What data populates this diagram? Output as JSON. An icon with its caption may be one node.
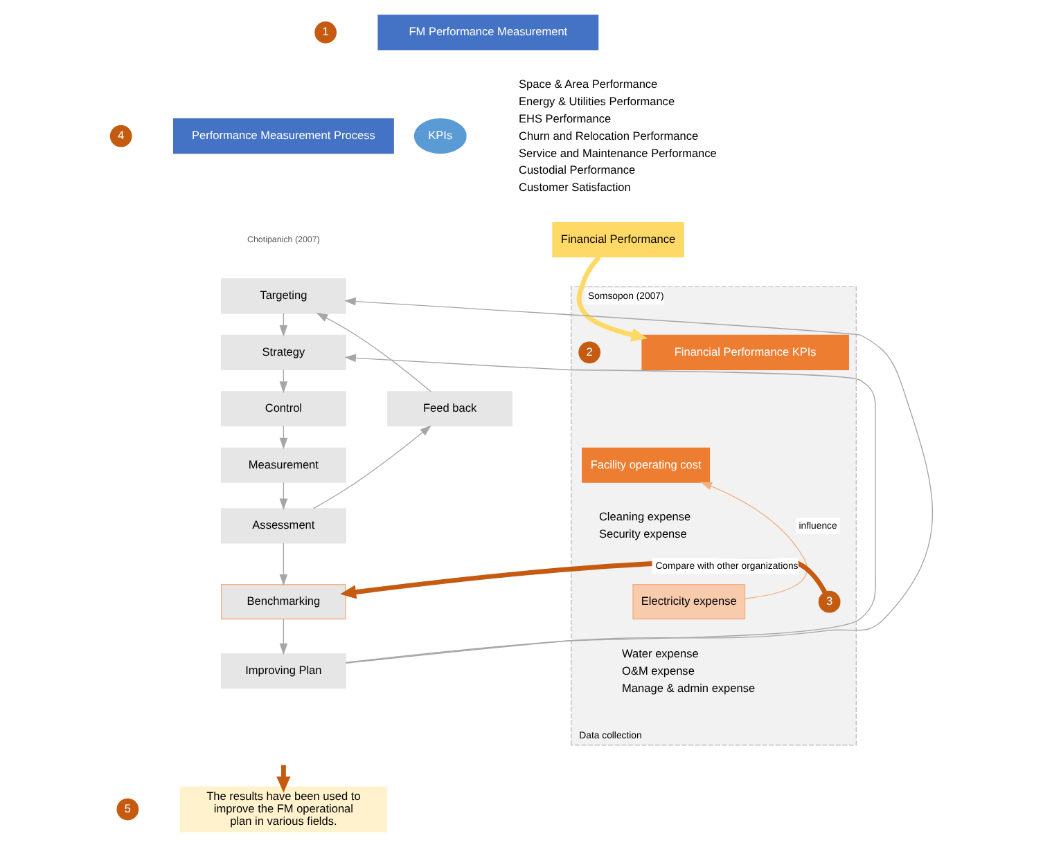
{
  "diagram": {
    "nodes": [
      {
        "text": [
          "1"
        ]
      },
      {
        "text": [
          "FM Performance Measurement"
        ]
      },
      {
        "text": [
          "KPIs"
        ]
      },
      {
        "text": [
          "Financial Performance"
        ]
      },
      {
        "text": [
          "4"
        ]
      },
      {
        "text": [
          "Performance Measurement Process"
        ]
      },
      {
        "text": [
          "Targeting"
        ]
      },
      {
        "text": [
          "Feed back"
        ]
      },
      {
        "text": [
          "Strategy"
        ]
      },
      {
        "text": [
          "Control"
        ]
      },
      {
        "text": [
          "Measurement"
        ]
      },
      {
        "text": [
          "Assessment"
        ]
      },
      {
        "text": [
          "Data collection"
        ]
      },
      {
        "text": [
          "2"
        ],
        "in": 12
      },
      {
        "text": [
          "Financial Performance KPIs"
        ],
        "in": 12
      },
      {
        "text": [
          "Facility operating cost"
        ],
        "in": 12
      },
      {
        "text": [
          "Electricity expense"
        ],
        "in": 12
      },
      {
        "text": [
          "3"
        ],
        "in": 12
      },
      {
        "text": [
          "Benchmarking"
        ]
      },
      {
        "text": [
          "Improving Plan"
        ]
      },
      {
        "text": [
          "5"
        ]
      },
      {
        "text": [
          "The results have been used to improve the FM operational plan in various fields."
        ]
      }
    ],
    "edges": [
      {
        "from": 3,
        "to": 14,
        "arrow": "to",
        "label": "Somsopon (2007)",
        "style": "thick",
        "color": "#ffd966"
      },
      {
        "from": 16,
        "to": 15,
        "arrow": "to",
        "label": "influence",
        "color": "#f4b183"
      },
      {
        "from": 17,
        "to": 18,
        "arrow": "to",
        "label": "Compare with other organizations",
        "style": "thick",
        "color": "#c55a11"
      },
      {
        "from": 6,
        "to": 8,
        "arrow": "to"
      },
      {
        "from": 8,
        "to": 9,
        "arrow": "to"
      },
      {
        "from": 9,
        "to": 10,
        "arrow": "to"
      },
      {
        "from": 10,
        "to": 11,
        "arrow": "to"
      },
      {
        "from": 11,
        "to": 18,
        "arrow": "to"
      },
      {
        "from": 18,
        "to": 19,
        "arrow": "to"
      },
      {
        "from": 11,
        "to": 7,
        "arrow": "to"
      },
      {
        "from": 7,
        "to": 6,
        "arrow": "to"
      },
      {
        "from": 19,
        "to": 6,
        "arrow": "to"
      },
      {
        "from": 19,
        "to": 8,
        "arrow": "to"
      },
      {
        "from": null,
        "to": 21,
        "arrow": "to",
        "style": "thick",
        "color": "#c55a11"
      }
    ],
    "labels": [
      "Space & Area Performance",
      "Energy & Utilities Performance",
      "EHS Performance",
      "Churn and Relocation Performance",
      "Service and Maintenance Performance",
      "Custodial Performance",
      "Customer Satisfaction",
      "Chotipanich (2007)",
      "Cleaning expense",
      "Security expense",
      "Water expense",
      "O&M expense",
      "Manage & admin expense"
    ]
  }
}
